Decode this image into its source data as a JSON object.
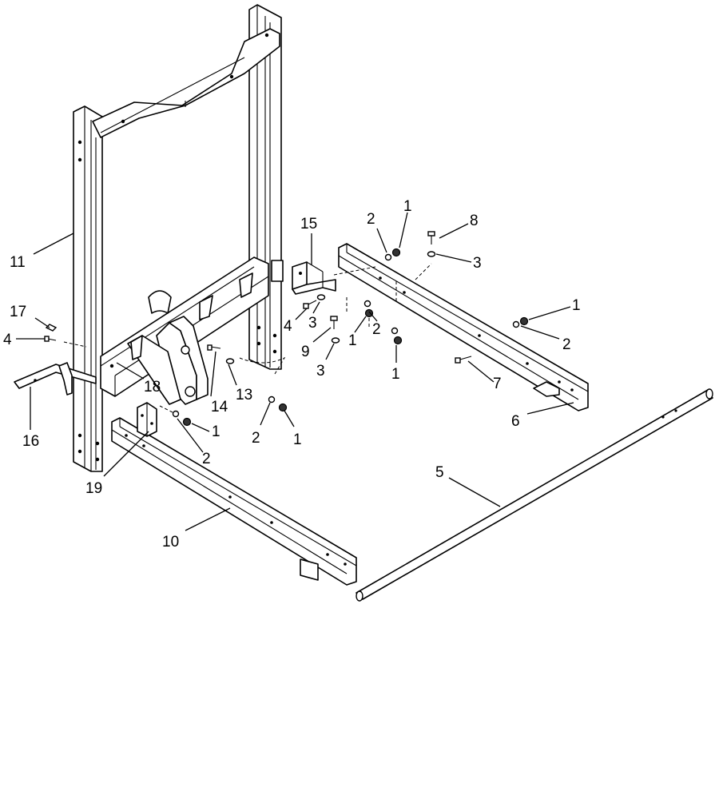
{
  "callouts": [
    {
      "key": "c1a",
      "text": "1"
    },
    {
      "key": "c2a",
      "text": "2"
    },
    {
      "key": "c8",
      "text": "8"
    },
    {
      "key": "c3a",
      "text": "3"
    },
    {
      "key": "c15",
      "text": "15"
    },
    {
      "key": "c11",
      "text": "11"
    },
    {
      "key": "c17",
      "text": "17"
    },
    {
      "key": "c4a",
      "text": "4"
    },
    {
      "key": "c4b",
      "text": "4"
    },
    {
      "key": "c3b",
      "text": "3"
    },
    {
      "key": "c9",
      "text": "9"
    },
    {
      "key": "c1b",
      "text": "1"
    },
    {
      "key": "c2b",
      "text": "2"
    },
    {
      "key": "c3c",
      "text": "3"
    },
    {
      "key": "c1c",
      "text": "1"
    },
    {
      "key": "c1d",
      "text": "1"
    },
    {
      "key": "c2c",
      "text": "2"
    },
    {
      "key": "c7",
      "text": "7"
    },
    {
      "key": "c6",
      "text": "6"
    },
    {
      "key": "c16",
      "text": "16"
    },
    {
      "key": "c18",
      "text": "18"
    },
    {
      "key": "c14",
      "text": "14"
    },
    {
      "key": "c13",
      "text": "13"
    },
    {
      "key": "c2d",
      "text": "2"
    },
    {
      "key": "c1e",
      "text": "1"
    },
    {
      "key": "c1f",
      "text": "1"
    },
    {
      "key": "c2e",
      "text": "2"
    },
    {
      "key": "c19",
      "text": "19"
    },
    {
      "key": "c5",
      "text": "5"
    },
    {
      "key": "c10",
      "text": "10"
    }
  ]
}
